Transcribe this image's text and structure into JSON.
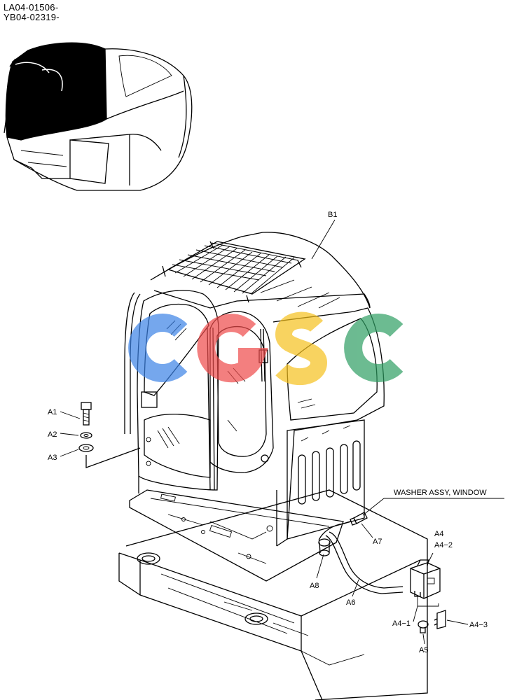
{
  "serials": [
    "LA04-01506-",
    "YB04-02319-"
  ],
  "watermark": {
    "letters": [
      "C",
      "G",
      "S",
      "C"
    ],
    "colors": [
      "#3b82e6",
      "#ee4a4a",
      "#f6c11d",
      "#2e9e63"
    ]
  },
  "labels": {
    "B1": "B1",
    "A1": "A1",
    "A2": "A2",
    "A3": "A3",
    "A4": "A4",
    "A4_2": "A4−2",
    "A4_1": "A4−1",
    "A4_3": "A4−3",
    "A5": "A5",
    "A6": "A6",
    "A7": "A7",
    "A8": "A8",
    "washer_assy": "WASHER ASSY, WINDOW"
  }
}
